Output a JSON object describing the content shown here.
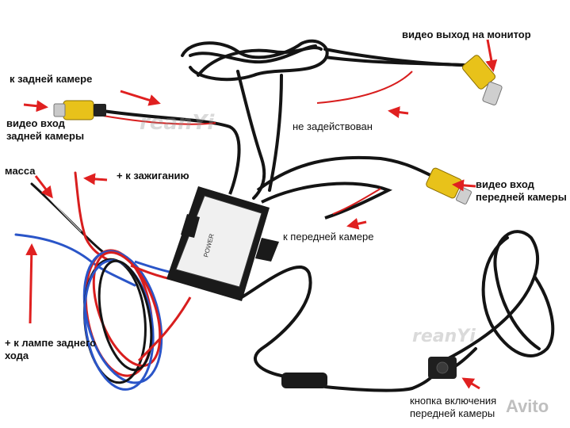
{
  "labels": {
    "video_out_monitor": "видео выход на монитор",
    "to_rear_camera": "к задней камере",
    "video_in_rear_camera": "видео вход\nзадней камеры",
    "not_used": "не задействован",
    "ground": "масса",
    "to_ignition": "+ к зажиганию",
    "video_in_front_camera": "видео вход\nпередней камеры",
    "to_front_camera": "к передней камере",
    "to_reverse_lamp": "+ к лампе заднего\nхода",
    "front_camera_button": "кнопка включения\nпередней камеры"
  },
  "box": {
    "power_label": "POWER"
  },
  "watermarks": {
    "brand_top": "reanYi",
    "brand_bottom": "reanYi",
    "avito": "Avito"
  },
  "colors": {
    "arrow_red": "#e02020",
    "wire_black": "#141414",
    "wire_red": "#d81e1e",
    "wire_blue": "#2a55c8",
    "rca_yellow": "#e8c21a",
    "box_black": "#1a1a1a"
  }
}
